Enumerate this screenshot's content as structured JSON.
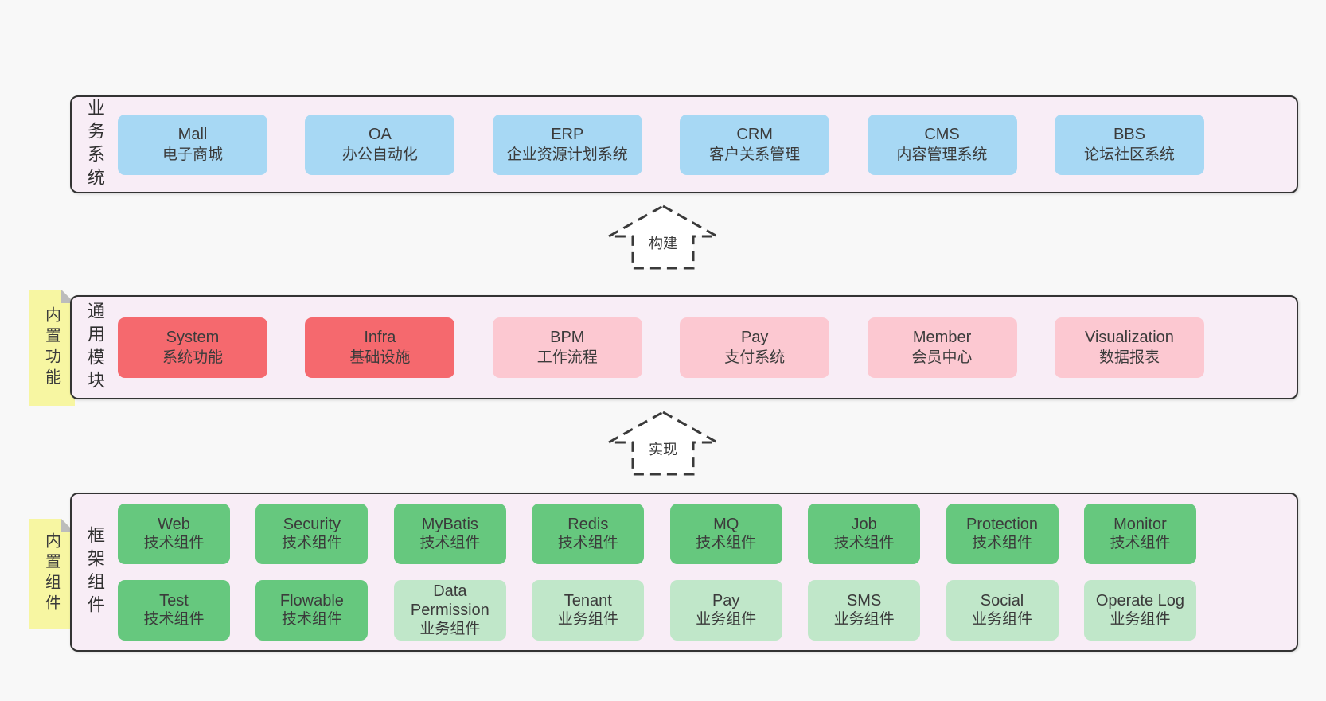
{
  "colors": {
    "box_blue": "#a7d8f4",
    "box_red": "#f5696e",
    "box_pink": "#fcc8d1",
    "box_green": "#66c87e",
    "box_light_green": "#c0e7c9",
    "panel_background": "#f8edf6",
    "panel_border": "#333333",
    "note_yellow": "#f7f6a2",
    "page_background": "#f8f8f8"
  },
  "arrows": [
    {
      "label": "构建"
    },
    {
      "label": "实现"
    }
  ],
  "sections": [
    {
      "side_label": "业务系统",
      "rows": [
        [
          {
            "title": "Mall",
            "subtitle": "电子商城",
            "color": "box_blue"
          },
          {
            "title": "OA",
            "subtitle": "办公自动化",
            "color": "box_blue"
          },
          {
            "title": "ERP",
            "subtitle": "企业资源计划系统",
            "color": "box_blue"
          },
          {
            "title": "CRM",
            "subtitle": "客户关系管理",
            "color": "box_blue"
          },
          {
            "title": "CMS",
            "subtitle": "内容管理系统",
            "color": "box_blue"
          },
          {
            "title": "BBS",
            "subtitle": "论坛社区系统",
            "color": "box_blue"
          }
        ]
      ]
    },
    {
      "side_label": "通用模块",
      "note": "内置功能",
      "rows": [
        [
          {
            "title": "System",
            "subtitle": "系统功能",
            "color": "box_red"
          },
          {
            "title": "Infra",
            "subtitle": "基础设施",
            "color": "box_red"
          },
          {
            "title": "BPM",
            "subtitle": "工作流程",
            "color": "box_pink"
          },
          {
            "title": "Pay",
            "subtitle": "支付系统",
            "color": "box_pink"
          },
          {
            "title": "Member",
            "subtitle": "会员中心",
            "color": "box_pink"
          },
          {
            "title": "Visualization",
            "subtitle": "数据报表",
            "color": "box_pink"
          }
        ]
      ]
    },
    {
      "side_label": "框架组件",
      "note": "内置组件",
      "rows": [
        [
          {
            "title": "Web",
            "subtitle": "技术组件",
            "color": "box_green"
          },
          {
            "title": "Security",
            "subtitle": "技术组件",
            "color": "box_green"
          },
          {
            "title": "MyBatis",
            "subtitle": "技术组件",
            "color": "box_green"
          },
          {
            "title": "Redis",
            "subtitle": "技术组件",
            "color": "box_green"
          },
          {
            "title": "MQ",
            "subtitle": "技术组件",
            "color": "box_green"
          },
          {
            "title": "Job",
            "subtitle": "技术组件",
            "color": "box_green"
          },
          {
            "title": "Protection",
            "subtitle": "技术组件",
            "color": "box_green"
          },
          {
            "title": "Monitor",
            "subtitle": "技术组件",
            "color": "box_green"
          }
        ],
        [
          {
            "title": "Test",
            "subtitle": "技术组件",
            "color": "box_green"
          },
          {
            "title": "Flowable",
            "subtitle": "技术组件",
            "color": "box_green"
          },
          {
            "title": "Data Permission",
            "subtitle": "业务组件",
            "color": "box_light_green"
          },
          {
            "title": "Tenant",
            "subtitle": "业务组件",
            "color": "box_light_green"
          },
          {
            "title": "Pay",
            "subtitle": "业务组件",
            "color": "box_light_green"
          },
          {
            "title": "SMS",
            "subtitle": "业务组件",
            "color": "box_light_green"
          },
          {
            "title": "Social",
            "subtitle": "业务组件",
            "color": "box_light_green"
          },
          {
            "title": "Operate Log",
            "subtitle": "业务组件",
            "color": "box_light_green"
          }
        ]
      ]
    }
  ]
}
